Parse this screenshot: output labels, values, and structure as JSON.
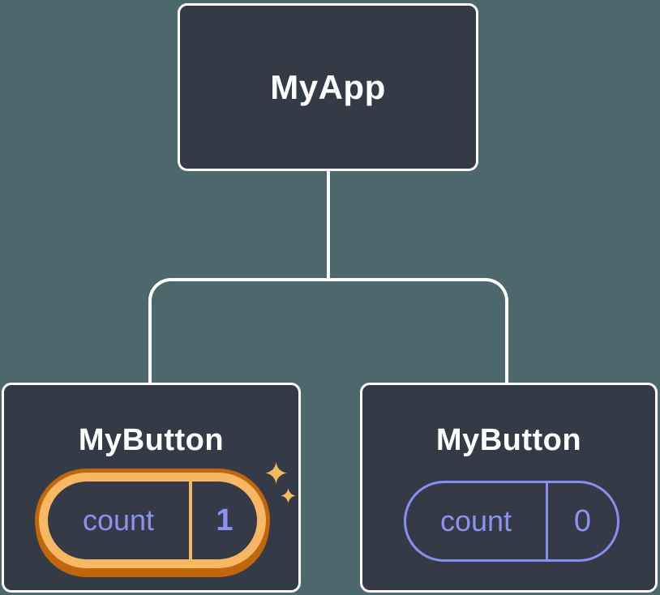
{
  "diagram": {
    "title_hint": "React component tree with state",
    "root": {
      "label": "MyApp"
    },
    "children": [
      {
        "label": "MyButton",
        "state": {
          "key": "count",
          "value": "1"
        },
        "highlighted": true
      },
      {
        "label": "MyButton",
        "state": {
          "key": "count",
          "value": "0"
        },
        "highlighted": false
      }
    ],
    "colors": {
      "bg": "#4D686D",
      "node-fill": "#343A46",
      "node-border": "#FFFFFF",
      "line": "#FFFFFF",
      "purple-text": "#8B93F2",
      "purple-border": "#8790F0",
      "gold": "#F7B763",
      "orange": "#C2660E",
      "sparkle": "#F6BA5E"
    }
  }
}
